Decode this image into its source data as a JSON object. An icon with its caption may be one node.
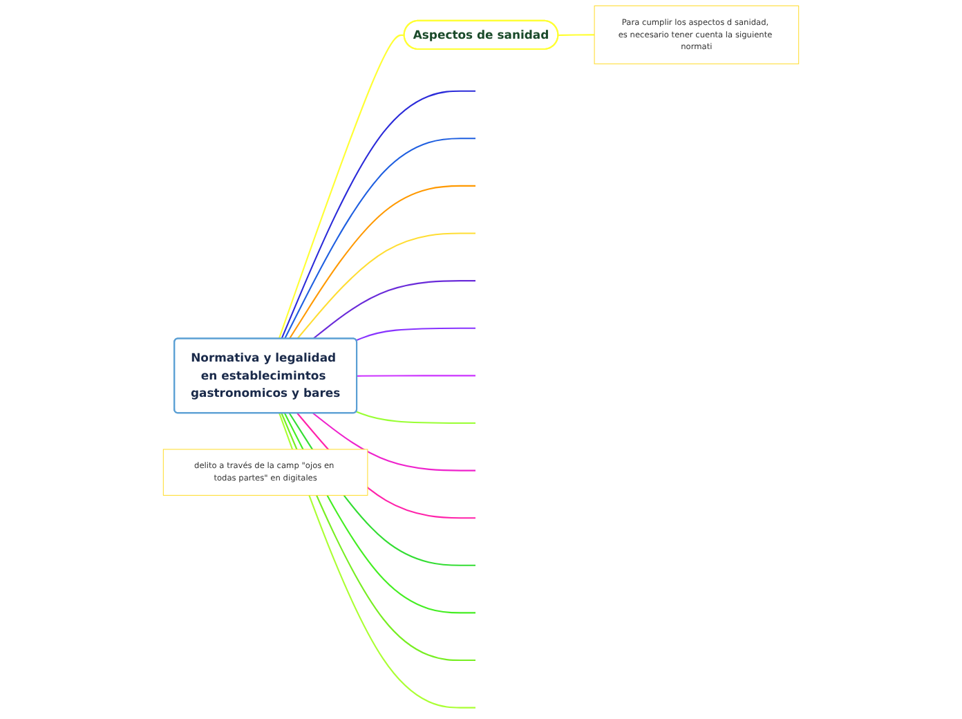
{
  "diagram": {
    "nodes": [
      {
        "text": [
          "Normativa y legalidad en establecimintos gastronomicos y bares"
        ]
      },
      {
        "text": [
          "Aspectos de sanidad"
        ]
      },
      {
        "text": [
          "Para cumplir los aspectos d sanidad, es necesario tener cuenta la siguiente normati"
        ]
      },
      {
        "text": [
          "delito a través de la camp \"ojos en todas partes\" en digitales"
        ]
      }
    ],
    "edges": [
      {
        "from": 0,
        "to": 1,
        "arrow": "none",
        "color": "#ffff33"
      },
      {
        "from": 1,
        "to": 2,
        "arrow": "none",
        "color": "#ffff33"
      },
      {
        "from": 0,
        "to": null,
        "arrow": "none",
        "color": "#2b2bd9"
      },
      {
        "from": 0,
        "to": null,
        "arrow": "none",
        "color": "#1f5fe0"
      },
      {
        "from": 0,
        "to": null,
        "arrow": "none",
        "color": "#ff9900"
      },
      {
        "from": 0,
        "to": null,
        "arrow": "none",
        "color": "#ffdd33"
      },
      {
        "from": 0,
        "to": null,
        "arrow": "none",
        "color": "#6a2bd9"
      },
      {
        "from": 0,
        "to": null,
        "arrow": "none",
        "color": "#8833ff"
      },
      {
        "from": 0,
        "to": null,
        "arrow": "none",
        "color": "#cc33ff"
      },
      {
        "from": 0,
        "to": null,
        "arrow": "none",
        "color": "#99ff33"
      },
      {
        "from": 0,
        "to": null,
        "arrow": "none",
        "color": "#ee22cc"
      },
      {
        "from": 0,
        "to": null,
        "arrow": "none",
        "color": "#ff22aa"
      },
      {
        "from": 0,
        "to": null,
        "arrow": "none",
        "color": "#33dd33"
      },
      {
        "from": 0,
        "to": null,
        "arrow": "none",
        "color": "#44ee22"
      },
      {
        "from": 0,
        "to": null,
        "arrow": "none",
        "color": "#77ee22"
      },
      {
        "from": 0,
        "to": null,
        "arrow": "none",
        "color": "#aaff33"
      }
    ]
  }
}
